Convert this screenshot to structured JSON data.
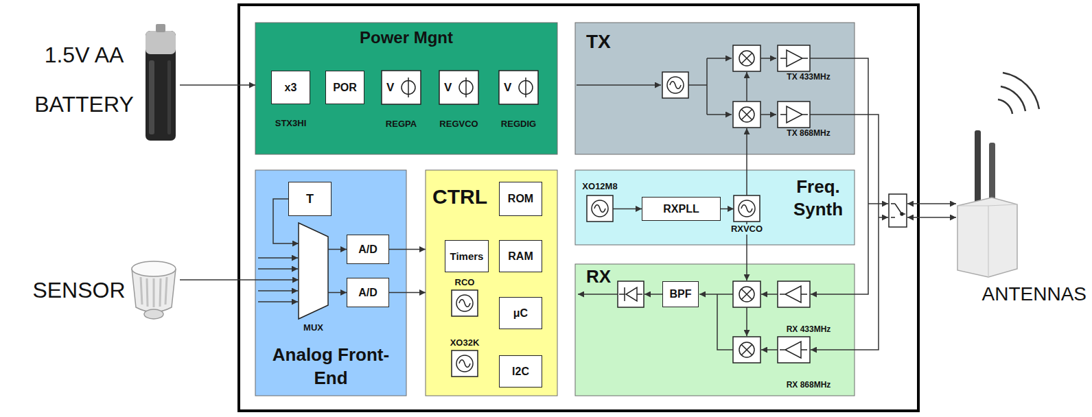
{
  "diagram": {
    "nodes": [
      {
        "text": [
          "1.5V AA BATTERY"
        ]
      },
      {
        "text": [
          "Power Mgnt"
        ]
      },
      {
        "text": [
          "x3",
          "STX3HI"
        ],
        "in": 1
      },
      {
        "text": [
          "POR"
        ],
        "in": 1
      },
      {
        "text": [
          "V",
          "REGPA"
        ],
        "in": 1
      },
      {
        "text": [
          "V",
          "REGVCO"
        ],
        "in": 1
      },
      {
        "text": [
          "V",
          "REGDIG"
        ],
        "in": 1
      },
      {
        "text": [
          "TX"
        ]
      },
      {
        "text": [
          "Freq. Synth"
        ]
      },
      {
        "text": [
          "XO12M8"
        ],
        "in": 8
      },
      {
        "text": [
          "RXPLL"
        ],
        "in": 8
      },
      {
        "text": [
          "RXVCO"
        ],
        "in": 8
      },
      {
        "text": [
          "RX"
        ]
      },
      {
        "text": [
          "BPF"
        ],
        "in": 12
      },
      {
        "text": [
          "SENSOR"
        ]
      },
      {
        "text": [
          "Analog Front-End"
        ]
      },
      {
        "text": [
          "T"
        ],
        "in": 15
      },
      {
        "text": [
          "MUX"
        ],
        "in": 15
      },
      {
        "text": [
          "A/D"
        ],
        "in": 15
      },
      {
        "text": [
          "A/D"
        ],
        "in": 15
      },
      {
        "text": [
          "CTRL"
        ]
      },
      {
        "text": [
          "ROM"
        ],
        "in": 20
      },
      {
        "text": [
          "Timers"
        ],
        "in": 20
      },
      {
        "text": [
          "RAM"
        ],
        "in": 20
      },
      {
        "text": [
          "RCO"
        ],
        "in": 20
      },
      {
        "text": [
          "μC"
        ],
        "in": 20
      },
      {
        "text": [
          "XO32K"
        ],
        "in": 20
      },
      {
        "text": [
          "I2C"
        ],
        "in": 20
      },
      {
        "text": [
          "ANTENNAS"
        ]
      }
    ],
    "edges": [
      {
        "from": 0,
        "to": 1,
        "arrow": "to"
      },
      {
        "from": 9,
        "to": 10,
        "arrow": "to"
      },
      {
        "from": 10,
        "to": 11,
        "arrow": "to"
      },
      {
        "from": 14,
        "to": 17,
        "arrow": "to"
      },
      {
        "from": 16,
        "to": 17,
        "arrow": "to"
      },
      {
        "from": 17,
        "to": 18,
        "arrow": "to"
      },
      {
        "from": 17,
        "to": 19,
        "arrow": "to"
      },
      {
        "from": 18,
        "to": 20,
        "arrow": "to"
      },
      {
        "from": 19,
        "to": 20,
        "arrow": "to"
      }
    ],
    "labels": [
      "TX 433MHz",
      "TX 868MHz",
      "RX 433MHz",
      "RX 868MHz"
    ]
  }
}
